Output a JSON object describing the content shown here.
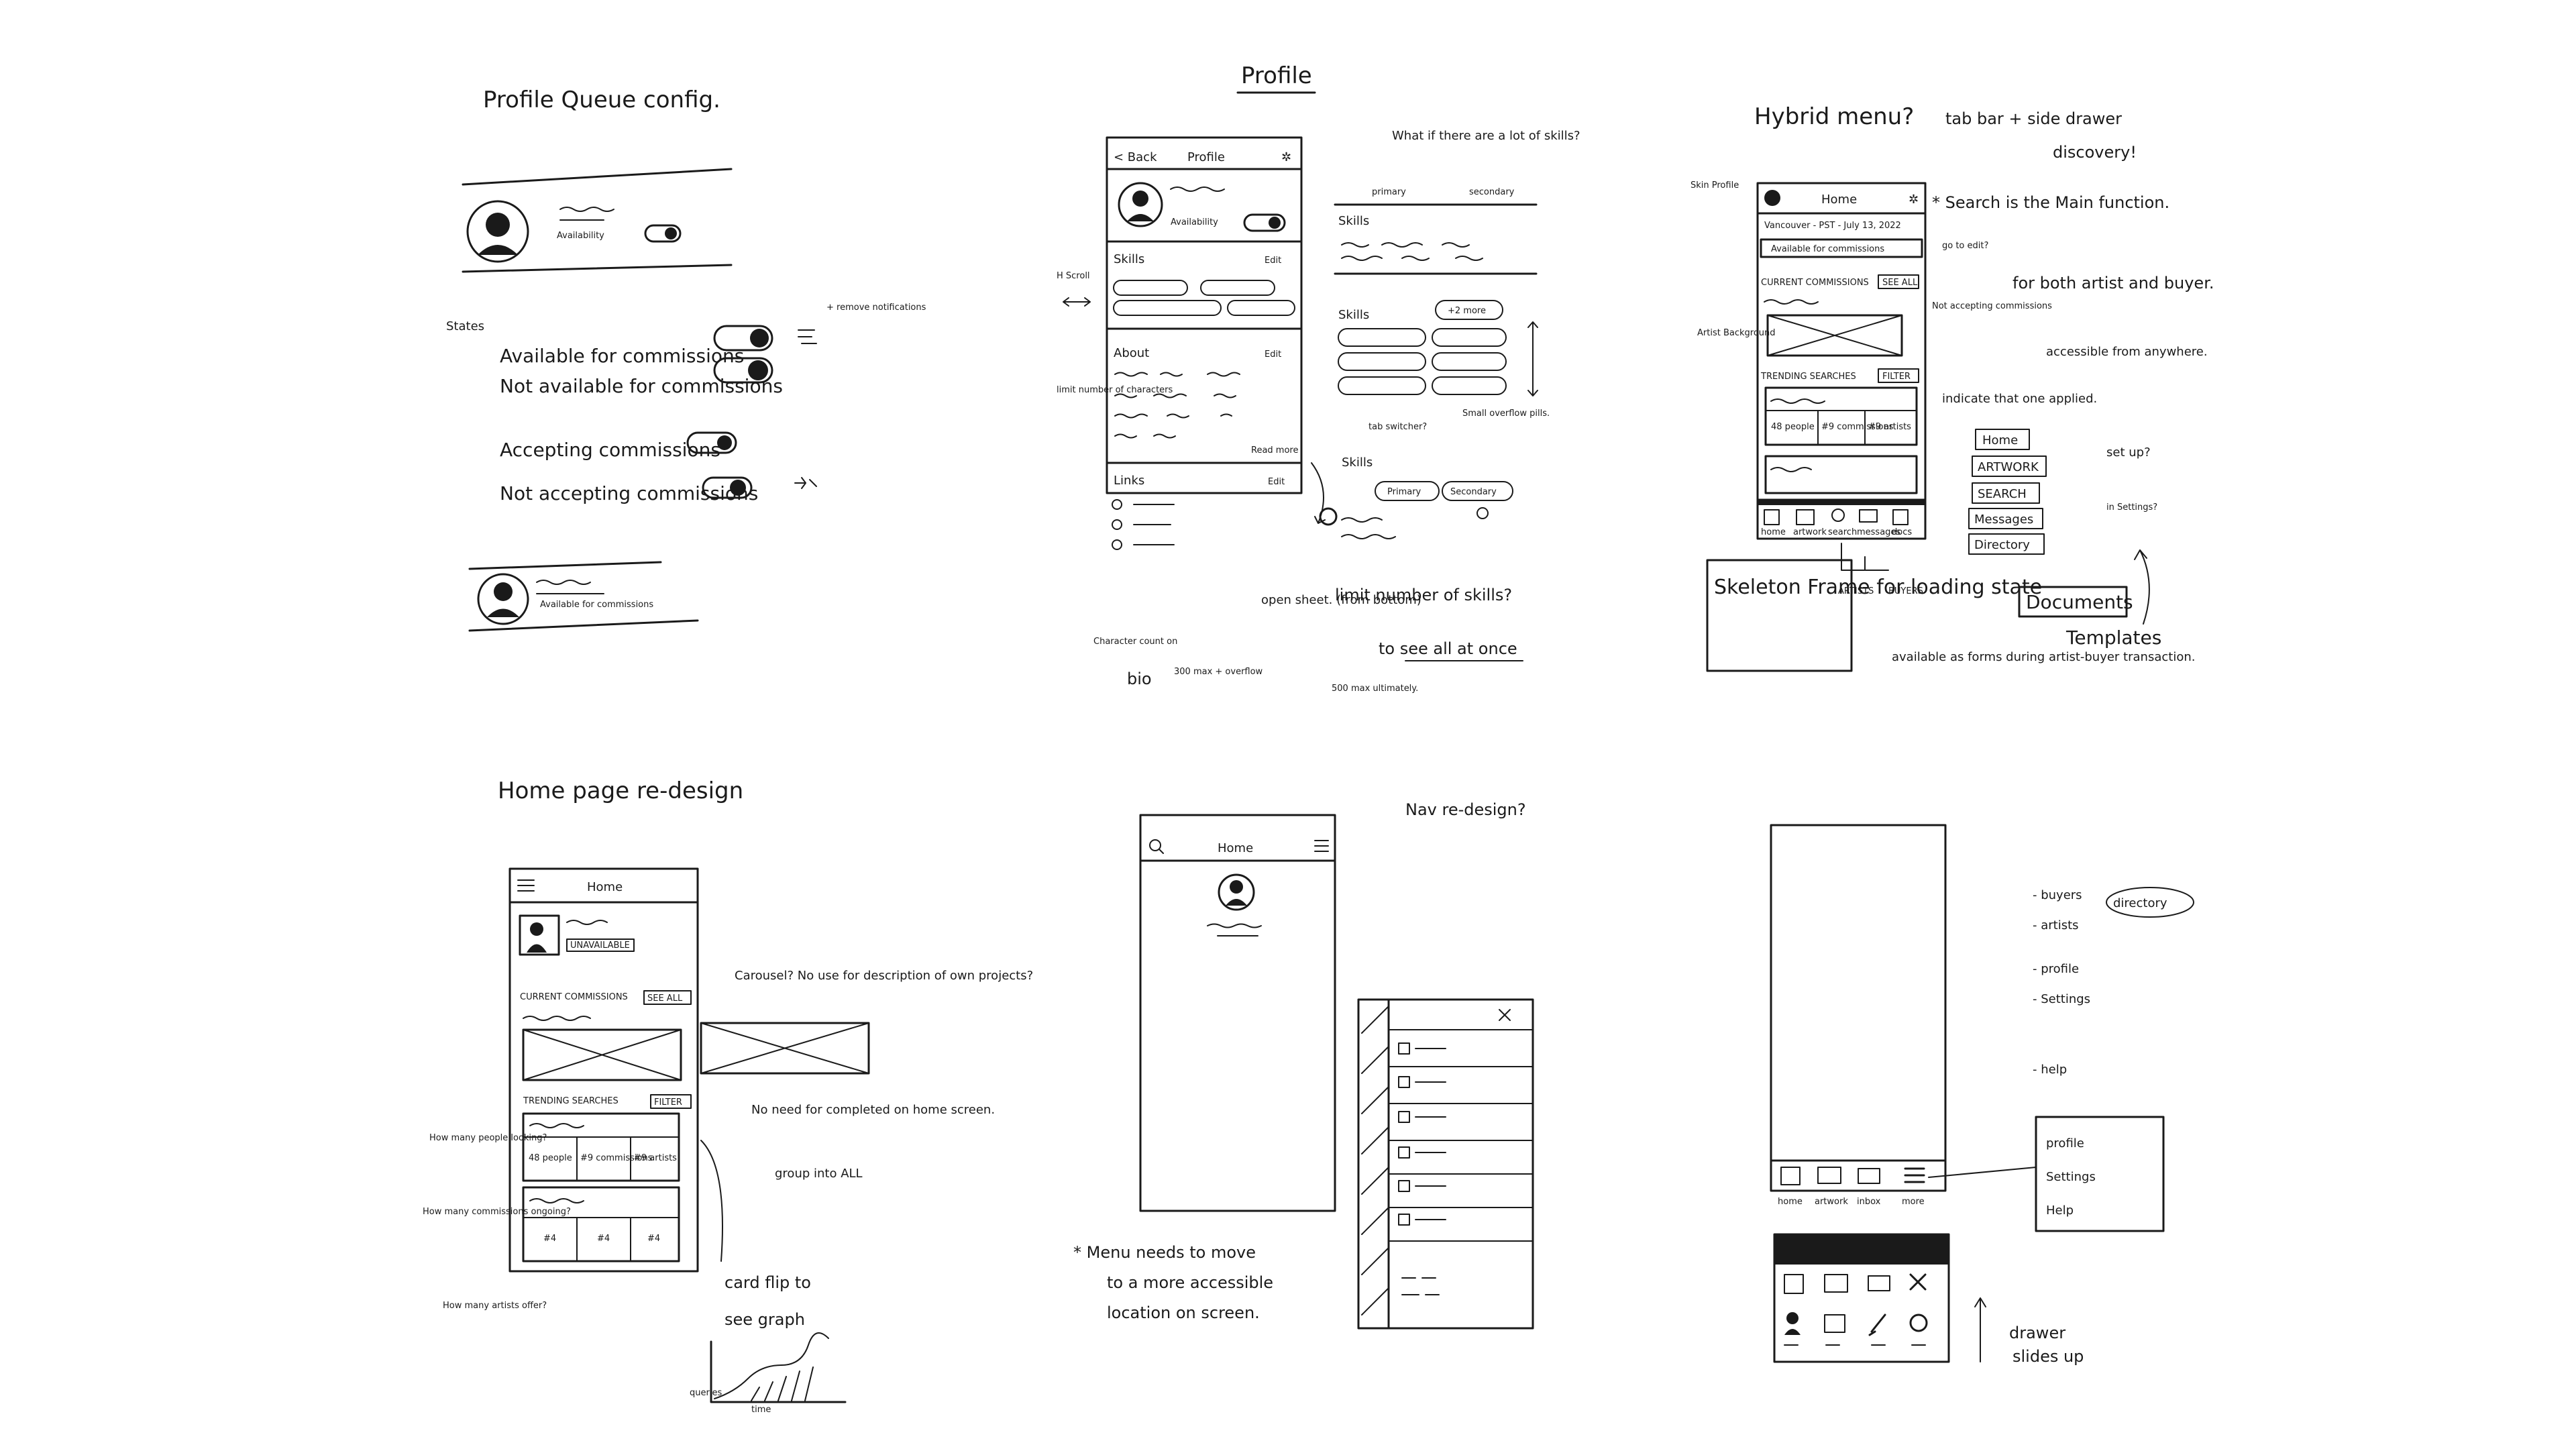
{
  "sketch1": {
    "title": "Profile Queue config.",
    "availability_label": "Availability",
    "states_label": "States",
    "state_available": "Available for commissions",
    "state_not_available": "Not available for commissions",
    "state_accepting": "Accepting commissions",
    "state_not_accepting": "Not accepting commissions",
    "side_note": "+ remove notifications",
    "card_status": "Available for commissions"
  },
  "sketch2": {
    "title": "Profile",
    "phone_back": "< Back",
    "phone_title": "Profile",
    "availability_label": "Availability",
    "skills_label": "Skills",
    "edit_label": "Edit",
    "about_label": "About",
    "read_more": "Read more",
    "links_label": "Links",
    "note_scroll": "H Scroll",
    "note_limit": "limit number of characters",
    "note_many_skills": "What if there are a lot of skills?",
    "primary_label": "primary",
    "secondary_label": "secondary",
    "skills_more": "+2 more",
    "tab_switcher_note": "tab switcher?",
    "small_overflow_note": "Small overflow pills.",
    "pill_primary": "Primary",
    "pill_secondary": "Secondary",
    "char_count_note": "Character count on",
    "bio_note": "bio",
    "max_note": "300 max + overflow",
    "open_sheet_note": "open sheet. (from bottom)",
    "limit_skills_note": "limit number of skills?",
    "see_all_note": "to see all at once",
    "max_limit_note": "500 max ultimately."
  },
  "sketch3": {
    "title": "Hybrid menu?",
    "tab_side": "tab bar + side drawer",
    "discovery": "discovery!",
    "search_note": "* Search is the Main function.",
    "both_note": "for both artist and buyer.",
    "accessible_note": "accessible from anywhere.",
    "skin_profile": "Skin Profile",
    "phone_title": "Home",
    "location": "Vancouver - PST - July 13, 2022",
    "available_banner": "Available for commissions",
    "goto_edit": "go to edit?",
    "not_accepting": "Not accepting commissions",
    "current_commissions": "CURRENT COMMISSIONS",
    "see_all": "SEE ALL",
    "trending": "TRENDING SEARCHES",
    "filter": "FILTER",
    "indicate_note": "indicate that one applied.",
    "artist_background": "Artist Background",
    "stat1": "48 people",
    "stat2": "#9 commissions",
    "stat3": "#9 artists",
    "nav_home": "home",
    "nav_artwork": "artwork",
    "nav_search": "search",
    "nav_messages": "messages",
    "nav_docs": "docs",
    "menu_home": "Home",
    "menu_artwork": "ARTWORK",
    "menu_search": "SEARCH",
    "menu_messages": "Messages",
    "menu_directory": "Directory",
    "setup_note": "set up?",
    "settings_note": "in Settings?",
    "documents": "Documents",
    "templates": "Templates",
    "artists": "ARTISTS",
    "buyers": "BUYERS",
    "available_forms": "available as forms during artist-buyer transaction.",
    "skeleton_note": "Skeleton Frame for loading state"
  },
  "sketch4": {
    "title": "Home page re-design",
    "phone_title": "Home",
    "badge": "UNAVAILABLE",
    "current_commissions": "CURRENT COMMISSIONS",
    "see_all": "SEE ALL",
    "trending": "TRENDING SEARCHES",
    "filter": "FILTER",
    "stat1": "48 people",
    "stat2": "#9 commissions",
    "stat3": "#9 artists",
    "stat4": "#4",
    "stat5": "#4",
    "stat6": "#4",
    "carousel_note": "Carousel? No use for description of own projects?",
    "completed_note": "No need for completed on home screen.",
    "group_note": "group into ALL",
    "people_note": "How many people looking?",
    "ongoing_note": "How many commissions ongoing?",
    "artists_note": "How many artists offer?",
    "card_flip": "card flip to",
    "see_graph": "see graph",
    "axis_y": "queries",
    "axis_x": "time"
  },
  "sketch5": {
    "title": "Nav re-design?",
    "phone_title": "Home",
    "menu_note": "* Menu needs to move",
    "menu_note2": "to a more accessible",
    "menu_note3": "location on screen."
  },
  "sketch6": {
    "list_buyers": "- buyers",
    "list_artists": "- artists",
    "directory": "directory",
    "list_profile": "- profile",
    "list_settings": "- Settings",
    "list_help": "- help",
    "panel_profile": "profile",
    "panel_settings": "Settings",
    "panel_help": "Help",
    "tab1": "home",
    "tab2": "artwork",
    "tab3": "inbox",
    "tab4": "more",
    "drawer_note": "drawer",
    "drawer_note2": "slides up"
  }
}
